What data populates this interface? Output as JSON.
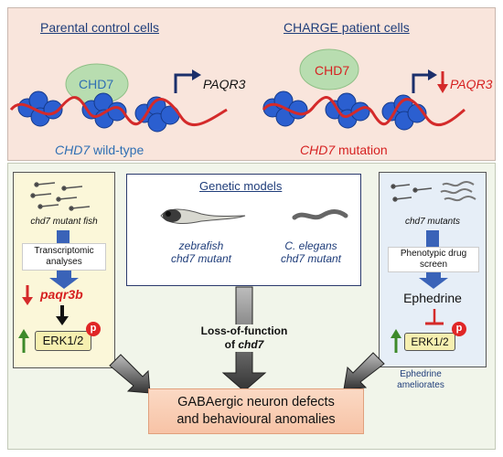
{
  "top": {
    "left_heading": "Parental control cells",
    "right_heading": "CHARGE patient cells",
    "left_protein": "CHD7",
    "right_protein": "CHD7",
    "left_gene": "PAQR3",
    "right_gene": "PAQR3",
    "left_caption_italic": "CHD7",
    "left_caption_rest": " wild-type",
    "right_caption_italic": "CHD7",
    "right_caption_rest": " mutation"
  },
  "left_box": {
    "fish_label": "chd7 mutant fish",
    "analysis": "Transcriptomic analyses",
    "gene": "paqr3b",
    "kinase": "ERK1/2",
    "phospho": "p"
  },
  "center_box": {
    "title": "Genetic models",
    "zebrafish_line1": "zebrafish",
    "zebrafish_line2": "chd7 mutant",
    "worm_line1": "C. elegans",
    "worm_line2": "chd7 mutant"
  },
  "right_box": {
    "label": "chd7 mutants",
    "screen": "Phenotypic drug screen",
    "drug": "Ephedrine",
    "kinase": "ERK1/2",
    "phospho": "p"
  },
  "arrows": {
    "center_line1": "Loss-of-function",
    "center_line2_pre": "of ",
    "center_line2_italic": "chd7",
    "right_line1": "Ephedrine",
    "right_line2": "ameliorates"
  },
  "outcome": {
    "line1": "GABAergic neuron defects",
    "line2": "and behavioural anomalies"
  }
}
